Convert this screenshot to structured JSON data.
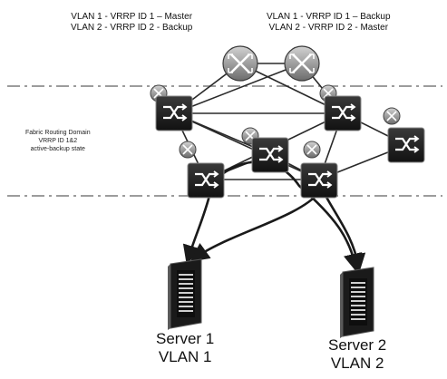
{
  "diagram": {
    "left_router_label": [
      "VLAN 1 - VRRP ID 1 – Master",
      "VLAN 2 - VRRP ID 2 - Backup"
    ],
    "right_router_label": [
      "VLAN 1 - VRRP ID 1 – Backup",
      "VLAN 2 - VRRP ID 2 - Master"
    ],
    "fabric_label": [
      "Fabric Routing Domain",
      "VRRP ID 1&2",
      "active-backup state"
    ],
    "server_1": {
      "name": "Server 1",
      "vlan": "VLAN 1"
    },
    "server_2": {
      "name": "Server 2",
      "vlan": "VLAN 2"
    }
  },
  "icons": {
    "router": "router-icon",
    "switch": "switch-icon",
    "server": "server-icon"
  },
  "colors": {
    "device_dark": "#1e1e1e",
    "device_light": "#9a9a9a",
    "line": "#2a2a2a",
    "dash": "#9c9c9c"
  }
}
